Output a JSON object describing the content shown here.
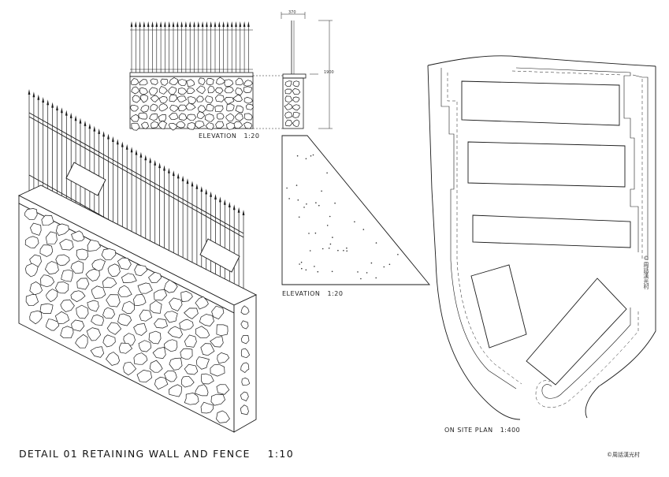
{
  "drawing": {
    "title": "DETAIL 01 RETAINING WALL AND FENCE",
    "title_scale": "1:10"
  },
  "elevation_front": {
    "label": "ELEVATION",
    "scale": "1:20"
  },
  "elevation_side": {
    "label": "ELEVATION",
    "scale": "1:20",
    "dim_width": "370",
    "dim_height": "1900"
  },
  "site_plan": {
    "label": "ON SITE PLAN",
    "scale": "1:400"
  },
  "credits": {
    "bottom": "©周話漢光村",
    "side": "©周話漢光村"
  },
  "colors": {
    "ink": "#1a1a1a",
    "paper": "#ffffff"
  }
}
